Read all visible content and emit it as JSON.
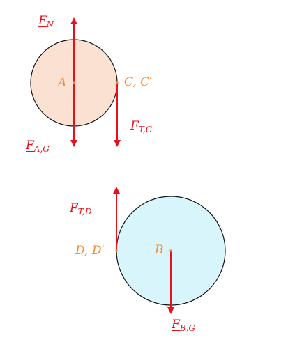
{
  "colors": {
    "force": "#e8101a",
    "point": "#f08a2b",
    "body_a_fill": "#fbe1d1",
    "body_b_fill": "#d8f5fb",
    "outline": "#111111"
  },
  "body_a": {
    "center_label": "A",
    "contact_label": "C, C′",
    "forces": {
      "normal": {
        "symbol": "F",
        "sub": "N"
      },
      "gravity": {
        "symbol": "F",
        "sub": "A,G"
      },
      "tension": {
        "symbol": "F",
        "sub": "T,C"
      }
    }
  },
  "body_b": {
    "center_label": "B",
    "contact_label": "D, D′",
    "forces": {
      "tension": {
        "symbol": "F",
        "sub": "T,D"
      },
      "gravity": {
        "symbol": "F",
        "sub": "B,G"
      }
    }
  }
}
